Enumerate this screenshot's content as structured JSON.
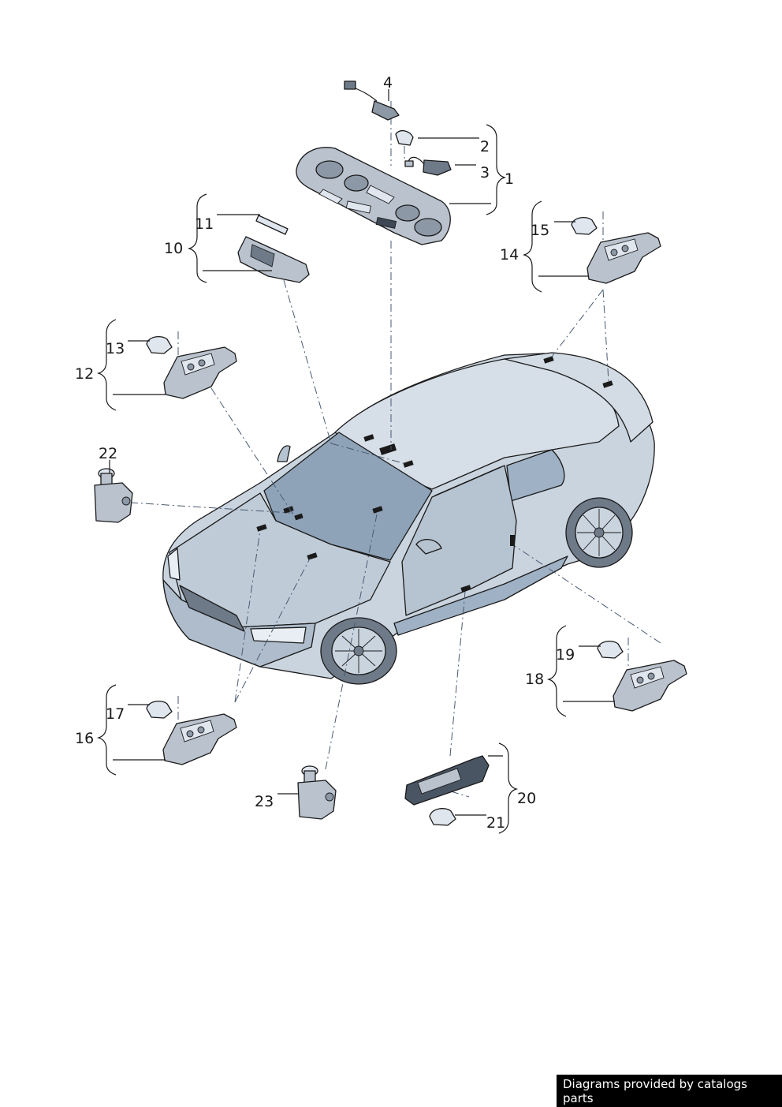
{
  "callouts": {
    "c1": "1",
    "c2": "2",
    "c3": "3",
    "c4": "4",
    "c10": "10",
    "c11": "11",
    "c12": "12",
    "c13": "13",
    "c14": "14",
    "c15": "15",
    "c16": "16",
    "c17": "17",
    "c18": "18",
    "c19": "19",
    "c20": "20",
    "c21": "21",
    "c22": "22",
    "c23": "23"
  },
  "credit": "Diagrams provided by catalogs parts",
  "colors": {
    "car_body": "#c9d4df",
    "car_shade": "#9fb1c4",
    "glass": "#8ea3b8",
    "part_fill": "#b9c2cd",
    "part_dark": "#6e7a88",
    "bulb": "#dfe6ee",
    "leader_dash": "#4a5a70"
  }
}
